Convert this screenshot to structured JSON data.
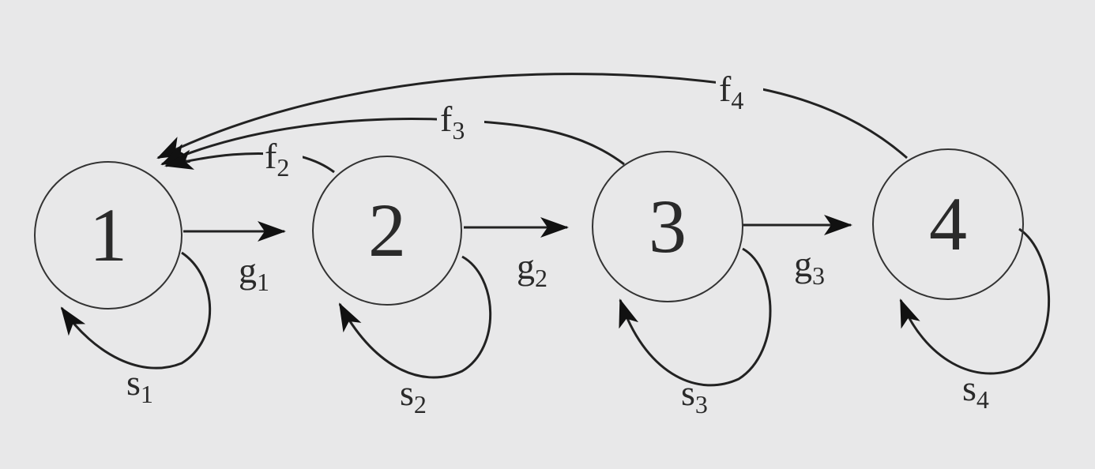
{
  "diagram": {
    "nodes": [
      {
        "id": "1",
        "label": "1"
      },
      {
        "id": "2",
        "label": "2"
      },
      {
        "id": "3",
        "label": "3"
      },
      {
        "id": "4",
        "label": "4"
      }
    ],
    "forward_edges": [
      {
        "from": "1",
        "to": "2",
        "label": "g",
        "sub": "1"
      },
      {
        "from": "2",
        "to": "3",
        "label": "g",
        "sub": "2"
      },
      {
        "from": "3",
        "to": "4",
        "label": "g",
        "sub": "3"
      }
    ],
    "back_edges": [
      {
        "from": "2",
        "to": "1",
        "label": "f",
        "sub": "2"
      },
      {
        "from": "3",
        "to": "1",
        "label": "f",
        "sub": "3"
      },
      {
        "from": "4",
        "to": "1",
        "label": "f",
        "sub": "4"
      }
    ],
    "self_loops": [
      {
        "node": "1",
        "label": "s",
        "sub": "1"
      },
      {
        "node": "2",
        "label": "s",
        "sub": "2"
      },
      {
        "node": "3",
        "label": "s",
        "sub": "3"
      },
      {
        "node": "4",
        "label": "s",
        "sub": "4"
      }
    ]
  }
}
